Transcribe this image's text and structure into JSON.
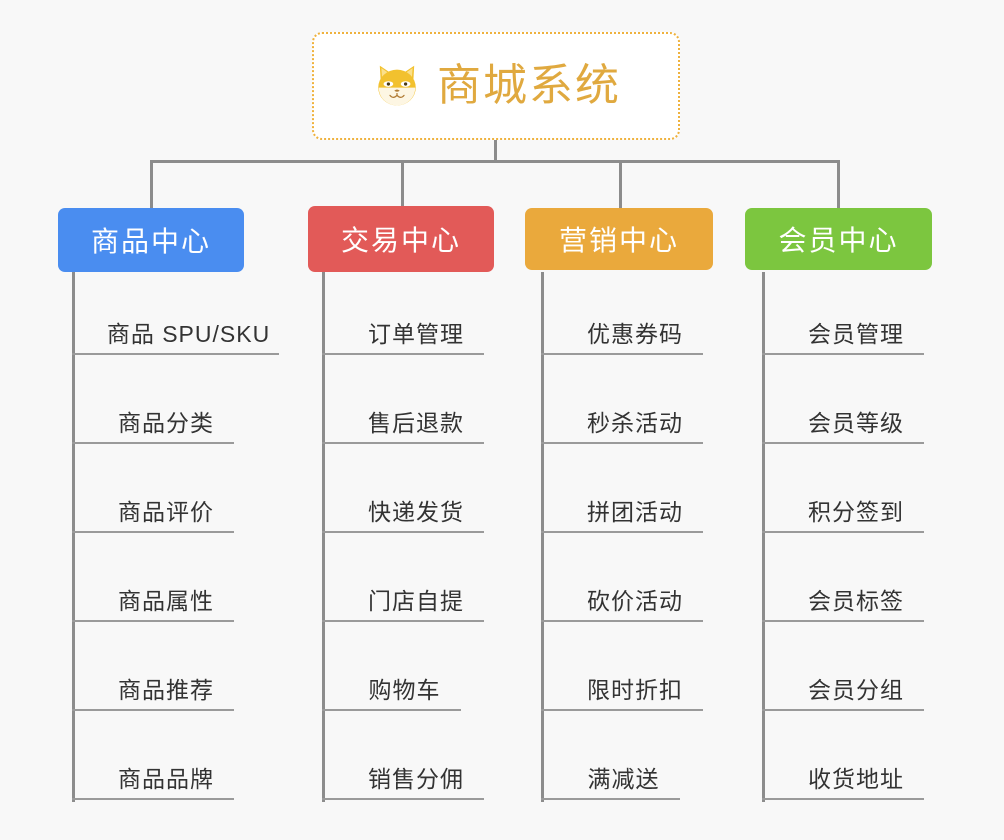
{
  "page": {
    "background_color": "#f8f8f8",
    "connector_color": "#8c8c8c",
    "leaf_rule_color": "#9a9a9a",
    "leaf_text_color": "#333333"
  },
  "root": {
    "title": "商城系统",
    "icon": "shiba-inu-dog-face-emoji",
    "text_color": "#e0a93f",
    "border_color": "#efb23e",
    "background_color": "#ffffff"
  },
  "columns": [
    {
      "id": "product-center",
      "title": "商品中心",
      "color": "#4a8df0",
      "items": [
        "商品 SPU/SKU",
        "商品分类",
        "商品评价",
        "商品属性",
        "商品推荐",
        "商品品牌"
      ]
    },
    {
      "id": "trade-center",
      "title": "交易中心",
      "color": "#e25a58",
      "items": [
        "订单管理",
        "售后退款",
        "快递发货",
        "门店自提",
        "购物车",
        "销售分佣"
      ]
    },
    {
      "id": "marketing-center",
      "title": "营销中心",
      "color": "#eaa93c",
      "items": [
        "优惠券码",
        "秒杀活动",
        "拼团活动",
        "砍价活动",
        "限时折扣",
        "满减送"
      ]
    },
    {
      "id": "member-center",
      "title": "会员中心",
      "color": "#7cc63f",
      "items": [
        "会员管理",
        "会员等级",
        "积分签到",
        "会员标签",
        "会员分组",
        "收货地址"
      ]
    }
  ]
}
